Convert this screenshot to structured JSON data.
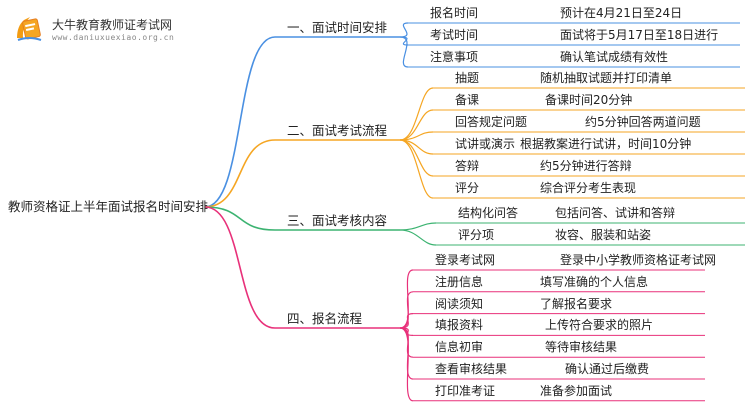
{
  "logo": {
    "title": "大牛教育教师证考试网",
    "url": "www.daniuxuexiao.org.cn"
  },
  "mindmap": {
    "root": "教师资格证上半年面试报名时间安排",
    "branches": [
      {
        "label": "一、面试时间安排",
        "color": "#4a90e2",
        "items": [
          {
            "topic": "报名时间",
            "detail": "预计在4月21日至24日"
          },
          {
            "topic": "考试时间",
            "detail": "面试将于5月17日至18日进行"
          },
          {
            "topic": "注意事项",
            "detail": "确认笔试成绩有效性"
          }
        ]
      },
      {
        "label": "二、面试考试流程",
        "color": "#f5a623",
        "items": [
          {
            "topic": "抽题",
            "detail": "随机抽取试题并打印清单"
          },
          {
            "topic": "备课",
            "detail": "备课时间20分钟"
          },
          {
            "topic": "回答规定问题",
            "detail": "约5分钟回答两道问题"
          },
          {
            "topic": "试讲或演示",
            "detail": "根据教案进行试讲，时间10分钟"
          },
          {
            "topic": "答辩",
            "detail": "约5分钟进行答辩"
          },
          {
            "topic": "评分",
            "detail": "综合评分考生表现"
          }
        ]
      },
      {
        "label": "三、面试考核内容",
        "color": "#3cb371",
        "items": [
          {
            "topic": "结构化问答",
            "detail": "包括问答、试讲和答辩"
          },
          {
            "topic": "评分项",
            "detail": "妆容、服装和站姿"
          }
        ]
      },
      {
        "label": "四、报名流程",
        "color": "#e8317a",
        "items": [
          {
            "topic": "登录考试网",
            "detail": "登录中小学教师资格证考试网"
          },
          {
            "topic": "注册信息",
            "detail": "填写准确的个人信息"
          },
          {
            "topic": "阅读须知",
            "detail": "了解报名要求"
          },
          {
            "topic": "填报资料",
            "detail": "上传符合要求的照片"
          },
          {
            "topic": "信息初审",
            "detail": "等待审核结果"
          },
          {
            "topic": "查看审核结果",
            "detail": "确认通过后缴费"
          },
          {
            "topic": "打印准考证",
            "detail": "准备参加面试"
          }
        ]
      }
    ]
  }
}
